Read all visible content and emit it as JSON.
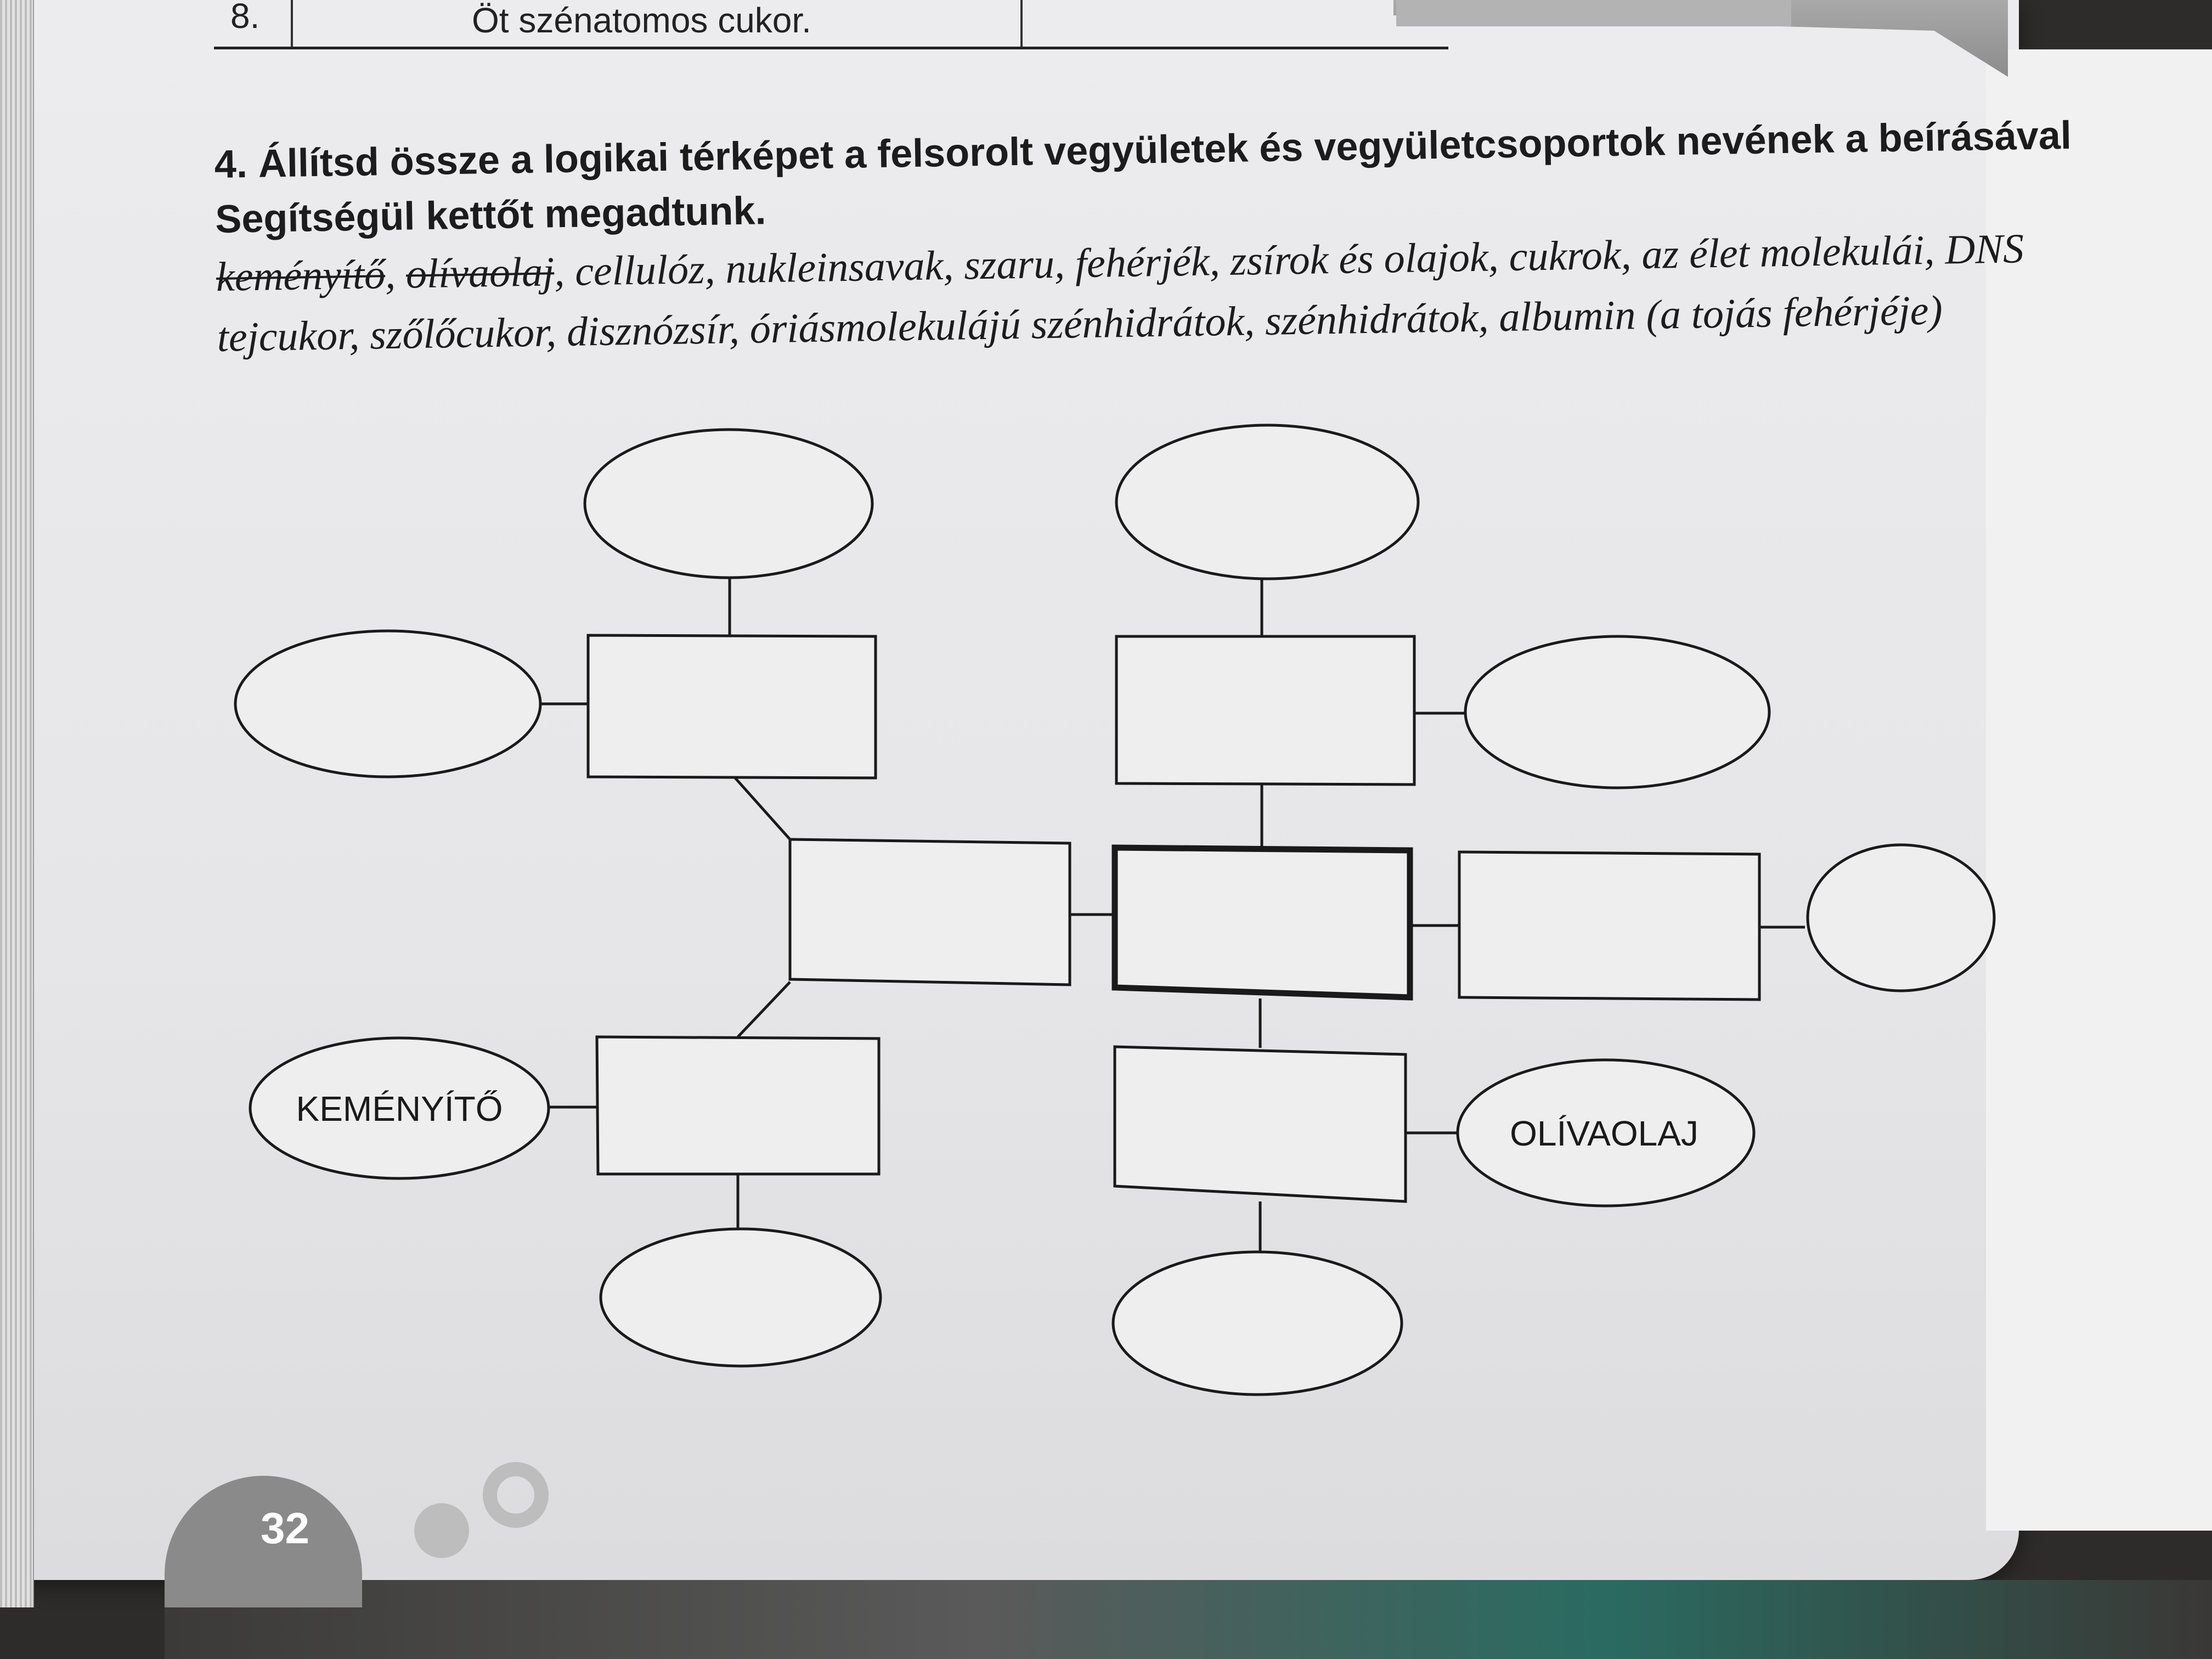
{
  "table_row": {
    "number": "8.",
    "text": "Öt szénatomos cukor."
  },
  "task": {
    "line1": "4. Állítsd össze a logikai térképet a felsorolt vegyületek és vegyületcsoportok nevének a beírásával",
    "line2": "Segítségül kettőt megadtunk.",
    "crossed_1": "keményítő",
    "crossed_2": "olívaolaj",
    "list_rest_1": ", cellulóz, nukleinsavak, szaru, fehérjék, zsírok és olajok, cukrok, az élet molekulái, DNS",
    "list_line_2": "tejcukor, szőlőcukor, disznózsír, óriásmolekulájú szénhidrátok, szénhidrátok, albumin (a tojás fehérjéje)"
  },
  "diagram": {
    "given_1": "KEMÉNYÍTŐ",
    "given_2": "OLÍVAOLAJ"
  },
  "page_number": "32"
}
